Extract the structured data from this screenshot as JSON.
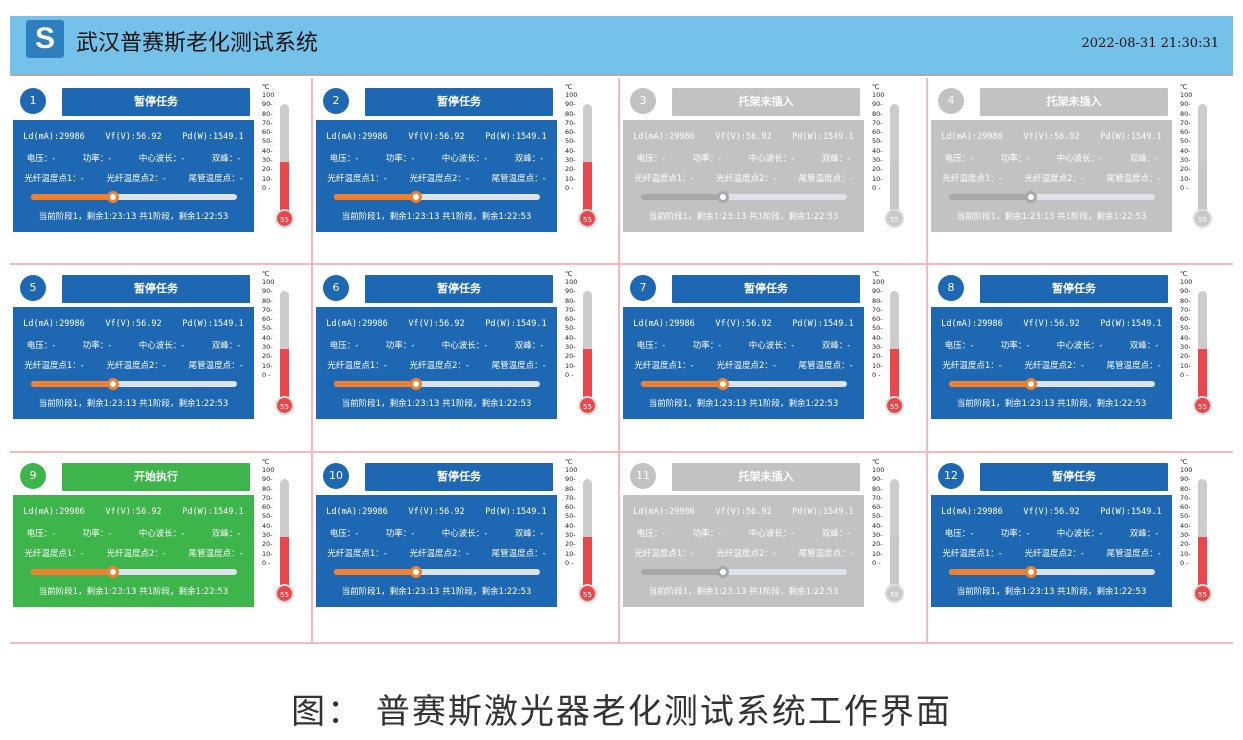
{
  "header": {
    "logo": "S",
    "title": "武汉普赛斯老化测试系统",
    "datetime": "2022-08-31  21:30:31"
  },
  "caption": "图： 普赛斯激光器老化测试系统工作界面",
  "colors": {
    "blue": "#1e68b3",
    "gray": "#c2c2c2",
    "green": "#3db54a",
    "orange": "#f08030",
    "mercury": "#e8484b"
  },
  "labels": {
    "ld": "Ld(mA):29986",
    "vf": "Vf(V):56.92",
    "pd": "Pd(W):1549.1",
    "voltage": "电压：-",
    "power": "功率：-",
    "wavelength": "中心波长：-",
    "peak": "双峰：-",
    "fiber1": "光纤温度点1：-",
    "fiber2": "光纤温度点2：-",
    "tail": "尾管温度点：-",
    "stage": "当前阶段1，剩余1:23:13 共1阶段，剩余1:22:53",
    "unit": "℃",
    "scale": [
      "100",
      "90-",
      "80-",
      "70-",
      "60-",
      "50-",
      "40-",
      "30-",
      "20-",
      "10-",
      "0 -"
    ]
  },
  "cells": [
    {
      "id": "1",
      "status": "blue",
      "button": "暂停任务",
      "progress": 0.4,
      "temp": "55",
      "level": 0.5
    },
    {
      "id": "2",
      "status": "blue",
      "button": "暂停任务",
      "progress": 0.4,
      "temp": "55",
      "level": 0.5
    },
    {
      "id": "3",
      "status": "gray",
      "button": "托架未插入",
      "progress": 0.4,
      "temp": "55",
      "level": 0.5
    },
    {
      "id": "4",
      "status": "gray",
      "button": "托架未插入",
      "progress": 0.4,
      "temp": "55",
      "level": 0.5
    },
    {
      "id": "5",
      "status": "blue",
      "button": "暂停任务",
      "progress": 0.4,
      "temp": "55",
      "level": 0.5
    },
    {
      "id": "6",
      "status": "blue",
      "button": "暂停任务",
      "progress": 0.4,
      "temp": "55",
      "level": 0.5
    },
    {
      "id": "7",
      "status": "blue",
      "button": "暂停任务",
      "progress": 0.4,
      "temp": "55",
      "level": 0.5
    },
    {
      "id": "8",
      "status": "blue",
      "button": "暂停任务",
      "progress": 0.4,
      "temp": "55",
      "level": 0.5
    },
    {
      "id": "9",
      "status": "green",
      "button": "开始执行",
      "progress": 0.4,
      "temp": "55",
      "level": 0.5
    },
    {
      "id": "10",
      "status": "blue",
      "button": "暂停任务",
      "progress": 0.4,
      "temp": "55",
      "level": 0.5
    },
    {
      "id": "11",
      "status": "gray",
      "button": "托架未插入",
      "progress": 0.4,
      "temp": "55",
      "level": 0.5
    },
    {
      "id": "12",
      "status": "blue",
      "button": "暂停任务",
      "progress": 0.4,
      "temp": "55",
      "level": 0.5
    }
  ]
}
